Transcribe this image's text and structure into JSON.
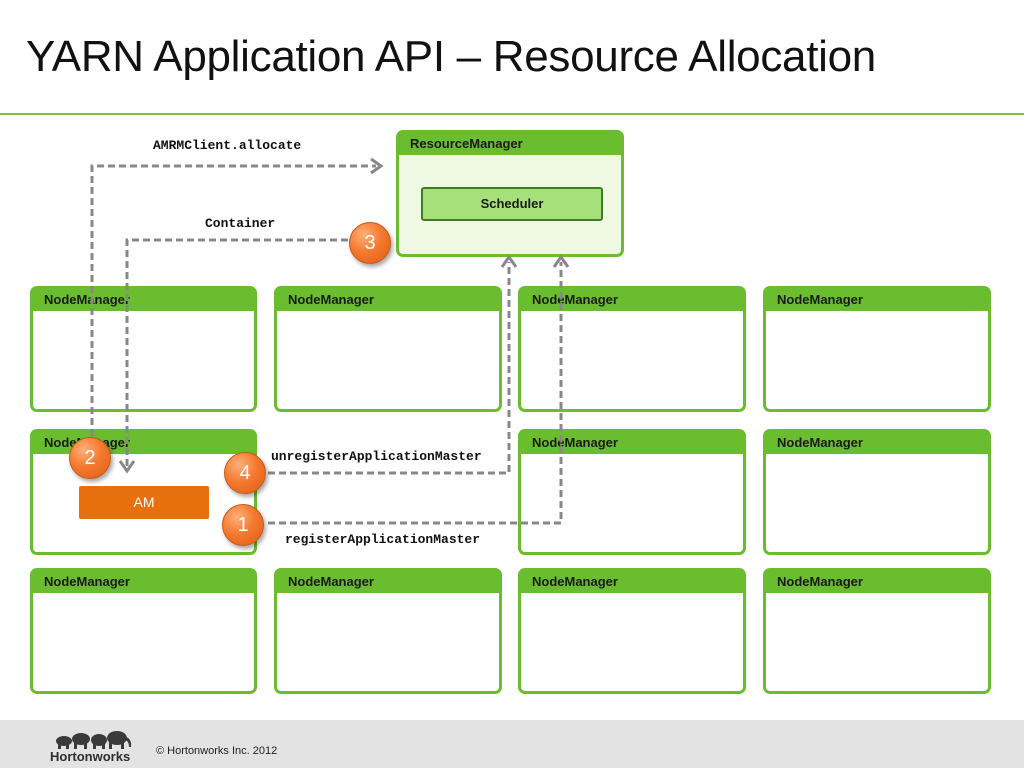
{
  "slide": {
    "title": "YARN Application API – Resource Allocation"
  },
  "resource_manager": {
    "label": "ResourceManager",
    "scheduler_label": "Scheduler"
  },
  "node_manager_label": "NodeManager",
  "application_master_label": "AM",
  "calls": {
    "allocate": "AMRMClient.allocate",
    "container": "Container",
    "unregister": "unregisterApplicationMaster",
    "register": "registerApplicationMaster"
  },
  "steps": [
    "1",
    "2",
    "3",
    "4"
  ],
  "colors": {
    "accent_green": "#6abd2e",
    "am_orange": "#e8700c",
    "step_orange": "#f47a30",
    "arrow_gray": "#888888"
  },
  "footer": {
    "brand": "Hortonworks",
    "copyright": "© Hortonworks Inc. 2012",
    "logo_icon": "elephant-herd-icon"
  }
}
